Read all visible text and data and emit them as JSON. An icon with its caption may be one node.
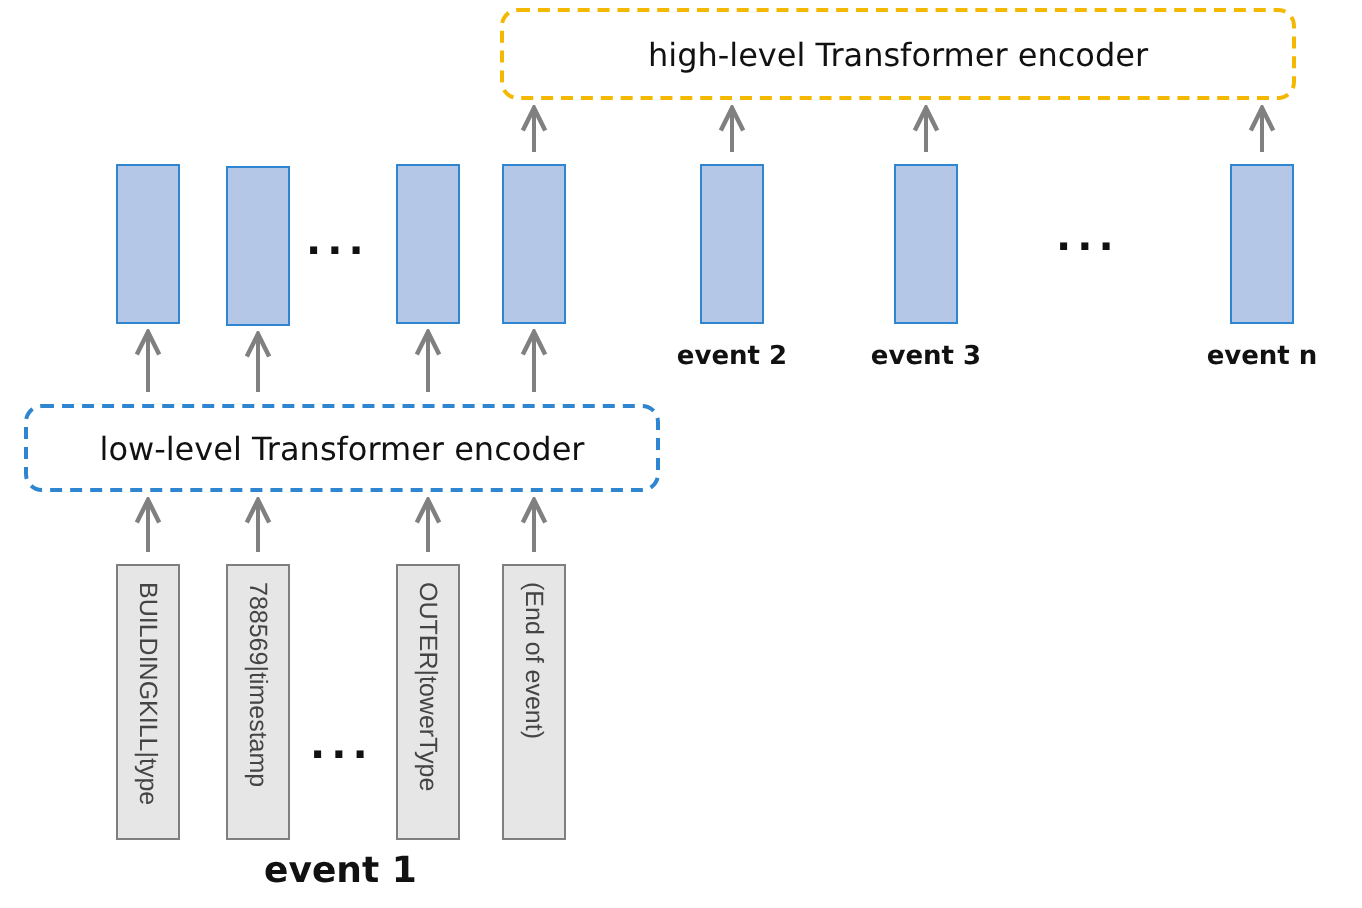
{
  "diagram": {
    "nodes": [
      {
        "text": [
          "high-level Transformer encoder"
        ]
      },
      {
        "text": [],
        "shape": "bar"
      },
      {
        "text": [],
        "shape": "bar"
      },
      {
        "text": [],
        "shape": "bar"
      },
      {
        "text": [],
        "shape": "bar"
      },
      {
        "text": [],
        "shape": "bar",
        "beside": [
          "event 2"
        ]
      },
      {
        "text": [],
        "shape": "bar",
        "beside": [
          "event 3"
        ]
      },
      {
        "text": [],
        "shape": "bar",
        "beside": [
          "event n"
        ]
      },
      {
        "text": [
          "low-level Transformer encoder"
        ]
      },
      {
        "text": [
          "BUILDINGKILL|type"
        ]
      },
      {
        "text": [
          "788569|timestamp"
        ]
      },
      {
        "text": [
          "OUTER|towerType"
        ]
      },
      {
        "text": [
          "(End of event)"
        ]
      }
    ],
    "edges": [
      {
        "from": 9,
        "to": 8,
        "arrow": "to"
      },
      {
        "from": 10,
        "to": 8,
        "arrow": "to"
      },
      {
        "from": 11,
        "to": 8,
        "arrow": "to"
      },
      {
        "from": 12,
        "to": 8,
        "arrow": "to"
      },
      {
        "from": 8,
        "to": 1,
        "arrow": "to"
      },
      {
        "from": 8,
        "to": 2,
        "arrow": "to"
      },
      {
        "from": 8,
        "to": 3,
        "arrow": "to"
      },
      {
        "from": 8,
        "to": 4,
        "arrow": "to"
      },
      {
        "from": 4,
        "to": 0,
        "arrow": "to"
      },
      {
        "from": 5,
        "to": 0,
        "arrow": "to"
      },
      {
        "from": 6,
        "to": 0,
        "arrow": "to"
      },
      {
        "from": 7,
        "to": 0,
        "arrow": "to"
      }
    ],
    "labels": [
      "...",
      "...",
      "...",
      "event 1"
    ]
  }
}
